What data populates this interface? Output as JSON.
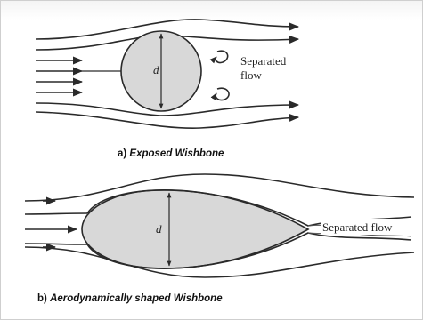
{
  "panel_a": {
    "dimension_label": "d",
    "annotation_line1": "Separated",
    "annotation_line2": "flow",
    "caption_prefix": "a) ",
    "caption_title": "Exposed Wishbone"
  },
  "panel_b": {
    "dimension_label": "d",
    "annotation": "Separated flow",
    "caption_prefix": "b) ",
    "caption_title": "Aerodynamically shaped Wishbone"
  },
  "colors": {
    "body_fill": "#d8d8d8",
    "lines": "#2a2a2a"
  }
}
